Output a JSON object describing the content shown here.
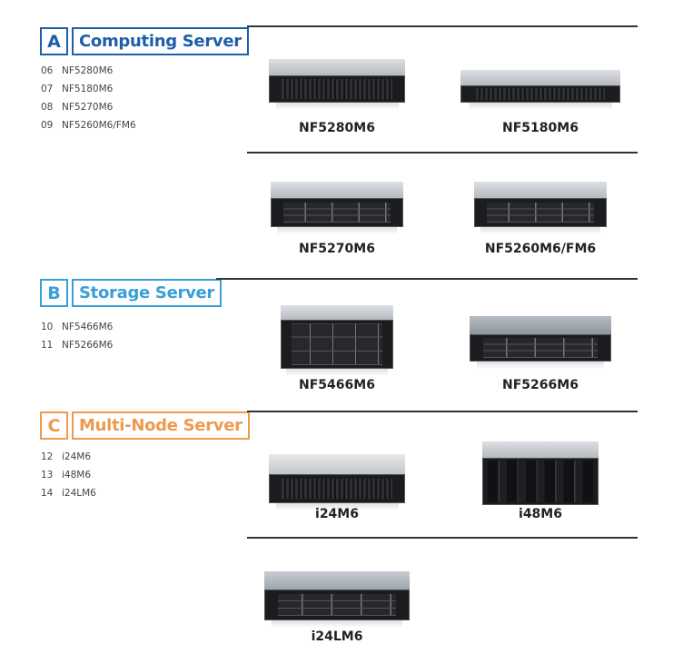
{
  "colors": {
    "computing": "#1d5fa8",
    "storage": "#3a9fd6",
    "multinode": "#ee9a4f",
    "rule": "#333333"
  },
  "sections": [
    {
      "letter": "A",
      "title": "Computing Server",
      "items": [
        {
          "num": "06",
          "name": "NF5280M6"
        },
        {
          "num": "07",
          "name": "NF5180M6"
        },
        {
          "num": "08",
          "name": "NF5270M6"
        },
        {
          "num": "09",
          "name": "NF5260M6/FM6"
        }
      ]
    },
    {
      "letter": "B",
      "title": "Storage Server",
      "items": [
        {
          "num": "10",
          "name": "NF5466M6"
        },
        {
          "num": "11",
          "name": "NF5266M6"
        }
      ]
    },
    {
      "letter": "C",
      "title": "Multi-Node Server",
      "items": [
        {
          "num": "12",
          "name": "i24M6"
        },
        {
          "num": "13",
          "name": "i48M6"
        },
        {
          "num": "14",
          "name": "i24LM6"
        }
      ]
    }
  ],
  "products": [
    {
      "name": "NF5280M6",
      "image": "server-2u-sff-image"
    },
    {
      "name": "NF5180M6",
      "image": "server-1u-sff-image"
    },
    {
      "name": "NF5270M6",
      "image": "server-2u-lff-image"
    },
    {
      "name": "NF5260M6/FM6",
      "image": "server-2u-lff-image"
    },
    {
      "name": "NF5466M6",
      "image": "server-4u-lff-image"
    },
    {
      "name": "NF5266M6",
      "image": "server-2u-lff-image"
    },
    {
      "name": "i24M6",
      "image": "server-2u-sff-image"
    },
    {
      "name": "i48M6",
      "image": "server-4u-blade-image"
    },
    {
      "name": "i24LM6",
      "image": "server-2u-lff-image"
    }
  ]
}
